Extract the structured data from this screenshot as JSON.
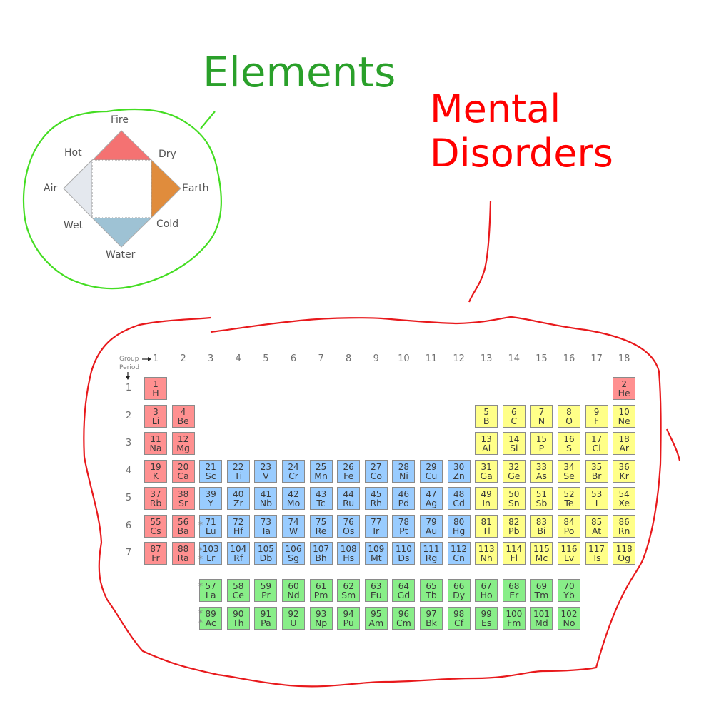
{
  "annotations": {
    "elements_label": "Elements",
    "mental_label_line1": "Mental",
    "mental_label_line2": "Disorders",
    "elements_color": "#2aa02a",
    "elements_outline_color": "#44dd22",
    "mental_color": "#ff0000",
    "mental_outline_color": "#e8191c"
  },
  "classical_diagram": {
    "elements": [
      {
        "name": "Fire",
        "color": "#f47272"
      },
      {
        "name": "Air",
        "color": "#e4e8ee"
      },
      {
        "name": "Earth",
        "color": "#e08c3c"
      },
      {
        "name": "Water",
        "color": "#9ec2d4"
      }
    ],
    "qualities": [
      "Hot",
      "Dry",
      "Wet",
      "Cold"
    ]
  },
  "periodic_table": {
    "group_axis_label": "Group",
    "period_axis_label": "Period",
    "groups": [
      "1",
      "2",
      "3",
      "4",
      "5",
      "6",
      "7",
      "8",
      "9",
      "10",
      "11",
      "12",
      "13",
      "14",
      "15",
      "16",
      "17",
      "18"
    ],
    "periods": [
      "1",
      "2",
      "3",
      "4",
      "5",
      "6",
      "7"
    ],
    "colors": {
      "s": "#ff9090",
      "d": "#99ccff",
      "p": "#ffff88",
      "f": "#88ee88"
    },
    "star_marker": "*",
    "cells": [
      {
        "n": "1",
        "s": "H",
        "g": 1,
        "p": 1,
        "b": "s"
      },
      {
        "n": "2",
        "s": "He",
        "g": 18,
        "p": 1,
        "b": "s"
      },
      {
        "n": "3",
        "s": "Li",
        "g": 1,
        "p": 2,
        "b": "s"
      },
      {
        "n": "4",
        "s": "Be",
        "g": 2,
        "p": 2,
        "b": "s"
      },
      {
        "n": "5",
        "s": "B",
        "g": 13,
        "p": 2,
        "b": "p"
      },
      {
        "n": "6",
        "s": "C",
        "g": 14,
        "p": 2,
        "b": "p"
      },
      {
        "n": "7",
        "s": "N",
        "g": 15,
        "p": 2,
        "b": "p"
      },
      {
        "n": "8",
        "s": "O",
        "g": 16,
        "p": 2,
        "b": "p"
      },
      {
        "n": "9",
        "s": "F",
        "g": 17,
        "p": 2,
        "b": "p"
      },
      {
        "n": "10",
        "s": "Ne",
        "g": 18,
        "p": 2,
        "b": "p"
      },
      {
        "n": "11",
        "s": "Na",
        "g": 1,
        "p": 3,
        "b": "s"
      },
      {
        "n": "12",
        "s": "Mg",
        "g": 2,
        "p": 3,
        "b": "s"
      },
      {
        "n": "13",
        "s": "Al",
        "g": 13,
        "p": 3,
        "b": "p"
      },
      {
        "n": "14",
        "s": "Si",
        "g": 14,
        "p": 3,
        "b": "p"
      },
      {
        "n": "15",
        "s": "P",
        "g": 15,
        "p": 3,
        "b": "p"
      },
      {
        "n": "16",
        "s": "S",
        "g": 16,
        "p": 3,
        "b": "p"
      },
      {
        "n": "17",
        "s": "Cl",
        "g": 17,
        "p": 3,
        "b": "p"
      },
      {
        "n": "18",
        "s": "Ar",
        "g": 18,
        "p": 3,
        "b": "p"
      },
      {
        "n": "19",
        "s": "K",
        "g": 1,
        "p": 4,
        "b": "s"
      },
      {
        "n": "20",
        "s": "Ca",
        "g": 2,
        "p": 4,
        "b": "s"
      },
      {
        "n": "21",
        "s": "Sc",
        "g": 3,
        "p": 4,
        "b": "d"
      },
      {
        "n": "22",
        "s": "Ti",
        "g": 4,
        "p": 4,
        "b": "d"
      },
      {
        "n": "23",
        "s": "V",
        "g": 5,
        "p": 4,
        "b": "d"
      },
      {
        "n": "24",
        "s": "Cr",
        "g": 6,
        "p": 4,
        "b": "d"
      },
      {
        "n": "25",
        "s": "Mn",
        "g": 7,
        "p": 4,
        "b": "d"
      },
      {
        "n": "26",
        "s": "Fe",
        "g": 8,
        "p": 4,
        "b": "d"
      },
      {
        "n": "27",
        "s": "Co",
        "g": 9,
        "p": 4,
        "b": "d"
      },
      {
        "n": "28",
        "s": "Ni",
        "g": 10,
        "p": 4,
        "b": "d"
      },
      {
        "n": "29",
        "s": "Cu",
        "g": 11,
        "p": 4,
        "b": "d"
      },
      {
        "n": "30",
        "s": "Zn",
        "g": 12,
        "p": 4,
        "b": "d"
      },
      {
        "n": "31",
        "s": "Ga",
        "g": 13,
        "p": 4,
        "b": "p"
      },
      {
        "n": "32",
        "s": "Ge",
        "g": 14,
        "p": 4,
        "b": "p"
      },
      {
        "n": "33",
        "s": "As",
        "g": 15,
        "p": 4,
        "b": "p"
      },
      {
        "n": "34",
        "s": "Se",
        "g": 16,
        "p": 4,
        "b": "p"
      },
      {
        "n": "35",
        "s": "Br",
        "g": 17,
        "p": 4,
        "b": "p"
      },
      {
        "n": "36",
        "s": "Kr",
        "g": 18,
        "p": 4,
        "b": "p"
      },
      {
        "n": "37",
        "s": "Rb",
        "g": 1,
        "p": 5,
        "b": "s"
      },
      {
        "n": "38",
        "s": "Sr",
        "g": 2,
        "p": 5,
        "b": "s"
      },
      {
        "n": "39",
        "s": "Y",
        "g": 3,
        "p": 5,
        "b": "d"
      },
      {
        "n": "40",
        "s": "Zr",
        "g": 4,
        "p": 5,
        "b": "d"
      },
      {
        "n": "41",
        "s": "Nb",
        "g": 5,
        "p": 5,
        "b": "d"
      },
      {
        "n": "42",
        "s": "Mo",
        "g": 6,
        "p": 5,
        "b": "d"
      },
      {
        "n": "43",
        "s": "Tc",
        "g": 7,
        "p": 5,
        "b": "d"
      },
      {
        "n": "44",
        "s": "Ru",
        "g": 8,
        "p": 5,
        "b": "d"
      },
      {
        "n": "45",
        "s": "Rh",
        "g": 9,
        "p": 5,
        "b": "d"
      },
      {
        "n": "46",
        "s": "Pd",
        "g": 10,
        "p": 5,
        "b": "d"
      },
      {
        "n": "47",
        "s": "Ag",
        "g": 11,
        "p": 5,
        "b": "d"
      },
      {
        "n": "48",
        "s": "Cd",
        "g": 12,
        "p": 5,
        "b": "d"
      },
      {
        "n": "49",
        "s": "In",
        "g": 13,
        "p": 5,
        "b": "p"
      },
      {
        "n": "50",
        "s": "Sn",
        "g": 14,
        "p": 5,
        "b": "p"
      },
      {
        "n": "51",
        "s": "Sb",
        "g": 15,
        "p": 5,
        "b": "p"
      },
      {
        "n": "52",
        "s": "Te",
        "g": 16,
        "p": 5,
        "b": "p"
      },
      {
        "n": "53",
        "s": "I",
        "g": 17,
        "p": 5,
        "b": "p"
      },
      {
        "n": "54",
        "s": "Xe",
        "g": 18,
        "p": 5,
        "b": "p"
      },
      {
        "n": "55",
        "s": "Cs",
        "g": 1,
        "p": 6,
        "b": "s"
      },
      {
        "n": "56",
        "s": "Ba",
        "g": 2,
        "p": 6,
        "b": "s"
      },
      {
        "n": "71",
        "s": "Lu",
        "g": 3,
        "p": 6,
        "b": "d"
      },
      {
        "n": "72",
        "s": "Hf",
        "g": 4,
        "p": 6,
        "b": "d"
      },
      {
        "n": "73",
        "s": "Ta",
        "g": 5,
        "p": 6,
        "b": "d"
      },
      {
        "n": "74",
        "s": "W",
        "g": 6,
        "p": 6,
        "b": "d"
      },
      {
        "n": "75",
        "s": "Re",
        "g": 7,
        "p": 6,
        "b": "d"
      },
      {
        "n": "76",
        "s": "Os",
        "g": 8,
        "p": 6,
        "b": "d"
      },
      {
        "n": "77",
        "s": "Ir",
        "g": 9,
        "p": 6,
        "b": "d"
      },
      {
        "n": "78",
        "s": "Pt",
        "g": 10,
        "p": 6,
        "b": "d"
      },
      {
        "n": "79",
        "s": "Au",
        "g": 11,
        "p": 6,
        "b": "d"
      },
      {
        "n": "80",
        "s": "Hg",
        "g": 12,
        "p": 6,
        "b": "d"
      },
      {
        "n": "81",
        "s": "Tl",
        "g": 13,
        "p": 6,
        "b": "p"
      },
      {
        "n": "82",
        "s": "Pb",
        "g": 14,
        "p": 6,
        "b": "p"
      },
      {
        "n": "83",
        "s": "Bi",
        "g": 15,
        "p": 6,
        "b": "p"
      },
      {
        "n": "84",
        "s": "Po",
        "g": 16,
        "p": 6,
        "b": "p"
      },
      {
        "n": "85",
        "s": "At",
        "g": 17,
        "p": 6,
        "b": "p"
      },
      {
        "n": "86",
        "s": "Rn",
        "g": 18,
        "p": 6,
        "b": "p"
      },
      {
        "n": "87",
        "s": "Fr",
        "g": 1,
        "p": 7,
        "b": "s"
      },
      {
        "n": "88",
        "s": "Ra",
        "g": 2,
        "p": 7,
        "b": "s"
      },
      {
        "n": "103",
        "s": "Lr",
        "g": 3,
        "p": 7,
        "b": "d"
      },
      {
        "n": "104",
        "s": "Rf",
        "g": 4,
        "p": 7,
        "b": "d"
      },
      {
        "n": "105",
        "s": "Db",
        "g": 5,
        "p": 7,
        "b": "d"
      },
      {
        "n": "106",
        "s": "Sg",
        "g": 6,
        "p": 7,
        "b": "d"
      },
      {
        "n": "107",
        "s": "Bh",
        "g": 7,
        "p": 7,
        "b": "d"
      },
      {
        "n": "108",
        "s": "Hs",
        "g": 8,
        "p": 7,
        "b": "d"
      },
      {
        "n": "109",
        "s": "Mt",
        "g": 9,
        "p": 7,
        "b": "d"
      },
      {
        "n": "110",
        "s": "Ds",
        "g": 10,
        "p": 7,
        "b": "d"
      },
      {
        "n": "111",
        "s": "Rg",
        "g": 11,
        "p": 7,
        "b": "d"
      },
      {
        "n": "112",
        "s": "Cn",
        "g": 12,
        "p": 7,
        "b": "d"
      },
      {
        "n": "113",
        "s": "Nh",
        "g": 13,
        "p": 7,
        "b": "p"
      },
      {
        "n": "114",
        "s": "Fl",
        "g": 14,
        "p": 7,
        "b": "p"
      },
      {
        "n": "115",
        "s": "Mc",
        "g": 15,
        "p": 7,
        "b": "p"
      },
      {
        "n": "116",
        "s": "Lv",
        "g": 16,
        "p": 7,
        "b": "p"
      },
      {
        "n": "117",
        "s": "Ts",
        "g": 17,
        "p": 7,
        "b": "p"
      },
      {
        "n": "118",
        "s": "Og",
        "g": 18,
        "p": 7,
        "b": "p"
      },
      {
        "n": "57",
        "s": "La",
        "g": 3,
        "p": "La",
        "b": "f"
      },
      {
        "n": "58",
        "s": "Ce",
        "g": 4,
        "p": "La",
        "b": "f"
      },
      {
        "n": "59",
        "s": "Pr",
        "g": 5,
        "p": "La",
        "b": "f"
      },
      {
        "n": "60",
        "s": "Nd",
        "g": 6,
        "p": "La",
        "b": "f"
      },
      {
        "n": "61",
        "s": "Pm",
        "g": 7,
        "p": "La",
        "b": "f"
      },
      {
        "n": "62",
        "s": "Sm",
        "g": 8,
        "p": "La",
        "b": "f"
      },
      {
        "n": "63",
        "s": "Eu",
        "g": 9,
        "p": "La",
        "b": "f"
      },
      {
        "n": "64",
        "s": "Gd",
        "g": 10,
        "p": "La",
        "b": "f"
      },
      {
        "n": "65",
        "s": "Tb",
        "g": 11,
        "p": "La",
        "b": "f"
      },
      {
        "n": "66",
        "s": "Dy",
        "g": 12,
        "p": "La",
        "b": "f"
      },
      {
        "n": "67",
        "s": "Ho",
        "g": 13,
        "p": "La",
        "b": "f"
      },
      {
        "n": "68",
        "s": "Er",
        "g": 14,
        "p": "La",
        "b": "f"
      },
      {
        "n": "69",
        "s": "Tm",
        "g": 15,
        "p": "La",
        "b": "f"
      },
      {
        "n": "70",
        "s": "Yb",
        "g": 16,
        "p": "La",
        "b": "f"
      },
      {
        "n": "89",
        "s": "Ac",
        "g": 3,
        "p": "Ac",
        "b": "f"
      },
      {
        "n": "90",
        "s": "Th",
        "g": 4,
        "p": "Ac",
        "b": "f"
      },
      {
        "n": "91",
        "s": "Pa",
        "g": 5,
        "p": "Ac",
        "b": "f"
      },
      {
        "n": "92",
        "s": "U",
        "g": 6,
        "p": "Ac",
        "b": "f"
      },
      {
        "n": "93",
        "s": "Np",
        "g": 7,
        "p": "Ac",
        "b": "f"
      },
      {
        "n": "94",
        "s": "Pu",
        "g": 8,
        "p": "Ac",
        "b": "f"
      },
      {
        "n": "95",
        "s": "Am",
        "g": 9,
        "p": "Ac",
        "b": "f"
      },
      {
        "n": "96",
        "s": "Cm",
        "g": 10,
        "p": "Ac",
        "b": "f"
      },
      {
        "n": "97",
        "s": "Bk",
        "g": 11,
        "p": "Ac",
        "b": "f"
      },
      {
        "n": "98",
        "s": "Cf",
        "g": 12,
        "p": "Ac",
        "b": "f"
      },
      {
        "n": "99",
        "s": "Es",
        "g": 13,
        "p": "Ac",
        "b": "f"
      },
      {
        "n": "100",
        "s": "Fm",
        "g": 14,
        "p": "Ac",
        "b": "f"
      },
      {
        "n": "101",
        "s": "Md",
        "g": 15,
        "p": "Ac",
        "b": "f"
      },
      {
        "n": "102",
        "s": "No",
        "g": 16,
        "p": "Ac",
        "b": "f"
      }
    ]
  }
}
